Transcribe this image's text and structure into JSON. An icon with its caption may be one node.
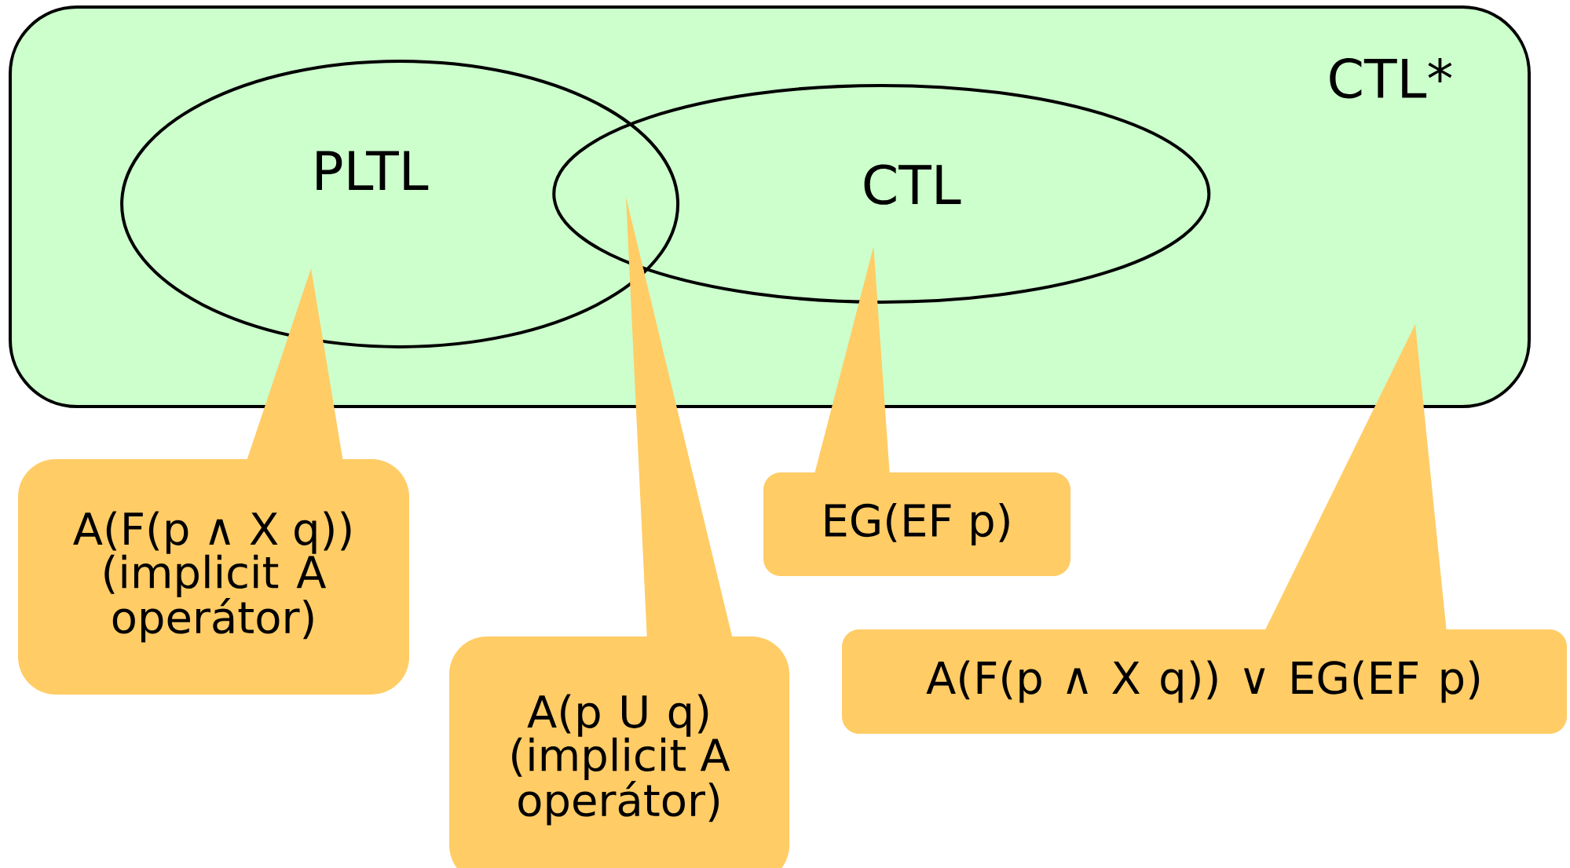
{
  "diagram": {
    "nodes": [
      {
        "text": [
          "CTL*"
        ]
      },
      {
        "text": [
          "PLTL"
        ],
        "in": 0
      },
      {
        "text": [
          "CTL"
        ],
        "in": 0
      },
      {
        "text": [
          "A(F(p ∧ X q))",
          "(implicit A operátor)"
        ]
      },
      {
        "text": [
          "A(p U q)",
          "(implicit A operátor)"
        ]
      },
      {
        "text": [
          "EG(EF p)"
        ]
      },
      {
        "text": [
          "A(F(p ∧ X q)) ∨ EG(EF p)"
        ]
      }
    ],
    "edges": [
      {
        "from": 3,
        "to": 1,
        "arrow": "to"
      },
      {
        "from": 4,
        "to": null,
        "arrow": "to"
      },
      {
        "from": 5,
        "to": 2,
        "arrow": "to"
      },
      {
        "from": 6,
        "to": 0,
        "arrow": "to"
      }
    ]
  }
}
